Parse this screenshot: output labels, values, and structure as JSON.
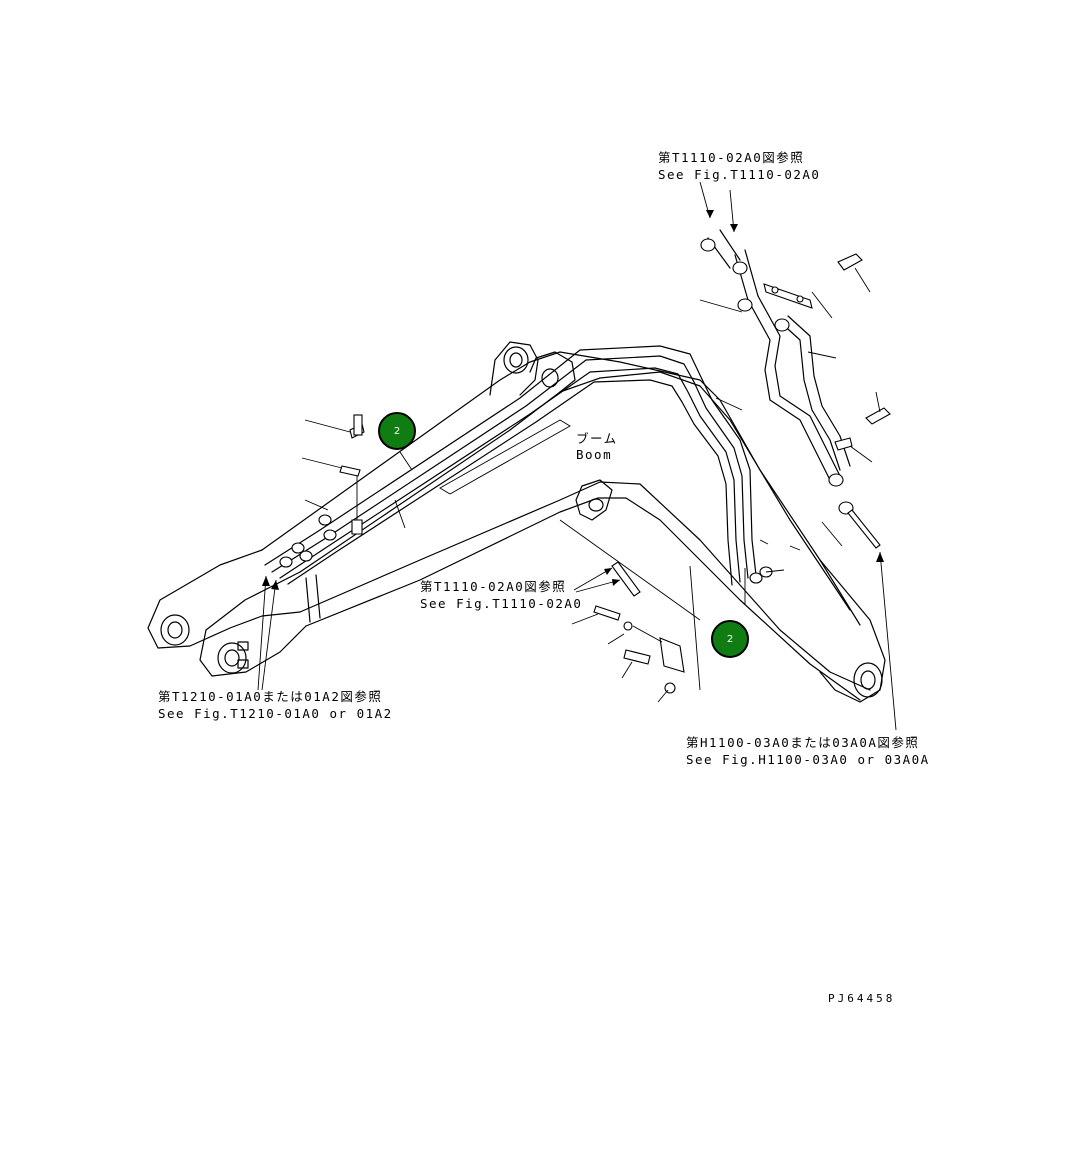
{
  "references": {
    "top": {
      "jp": "第T1110-02A0図参照",
      "en": "See Fig.T1110-02A0"
    },
    "middle": {
      "jp": "第T1110-02A0図参照",
      "en": "See Fig.T1110-02A0"
    },
    "left": {
      "jp": "第T1210-01A0または01A2図参照",
      "en": "See Fig.T1210-01A0 or 01A2"
    },
    "right": {
      "jp": "第H1100-03A0または03A0A図参照",
      "en": "See Fig.H1100-03A0 or 03A0A"
    }
  },
  "boom_label": {
    "jp": "ブーム",
    "en": "Boom"
  },
  "callouts": [
    {
      "label": "2"
    },
    {
      "label": "2"
    }
  ],
  "figure_id": "PJ64458",
  "colors": {
    "callout_fill": "#0f7d12",
    "line": "#000000"
  }
}
